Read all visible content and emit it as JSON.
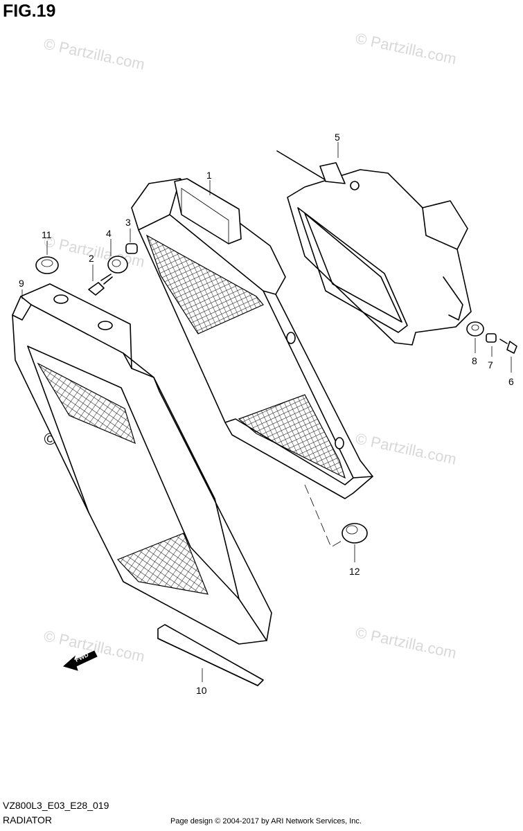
{
  "figure": {
    "title": "FIG.19",
    "page_code": "VZ800L3_E03_E28_019",
    "page_name": "RADIATOR",
    "copyright": "Page design © 2004-2017 by ARI Network Services, Inc."
  },
  "watermark": {
    "text": "© Partzilla.com"
  },
  "callouts": {
    "c1": "1",
    "c2": "2",
    "c3": "3",
    "c4": "4",
    "c5": "5",
    "c6": "6",
    "c7": "7",
    "c8": "8",
    "c9": "9",
    "c10": "10",
    "c11": "11",
    "c12": "12"
  },
  "fwd_label": "FWD"
}
